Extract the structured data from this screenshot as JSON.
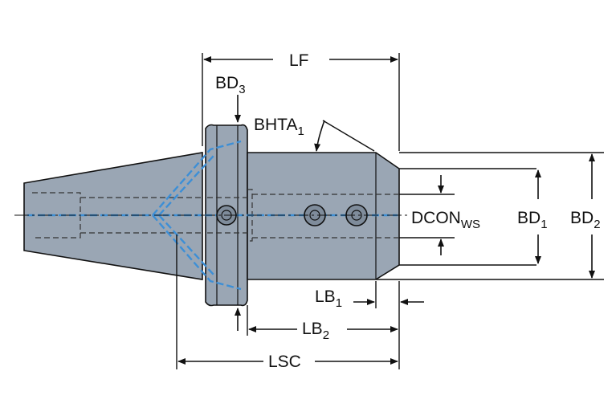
{
  "labels": {
    "lf": "LF",
    "bd3": "BD",
    "bd3_sub": "3",
    "bhta1": "BHTA",
    "bhta1_sub": "1",
    "dcon": "DCON",
    "dcon_sub": "WS",
    "bd1": "BD",
    "bd1_sub": "1",
    "bd2": "BD",
    "bd2_sub": "2",
    "lb1": "LB",
    "lb1_sub": "1",
    "lb2": "LB",
    "lb2_sub": "2",
    "lsc": "LSC"
  },
  "colors": {
    "body": "#9aa6b4",
    "coolant": "#3d8fd6",
    "line": "#111111"
  }
}
